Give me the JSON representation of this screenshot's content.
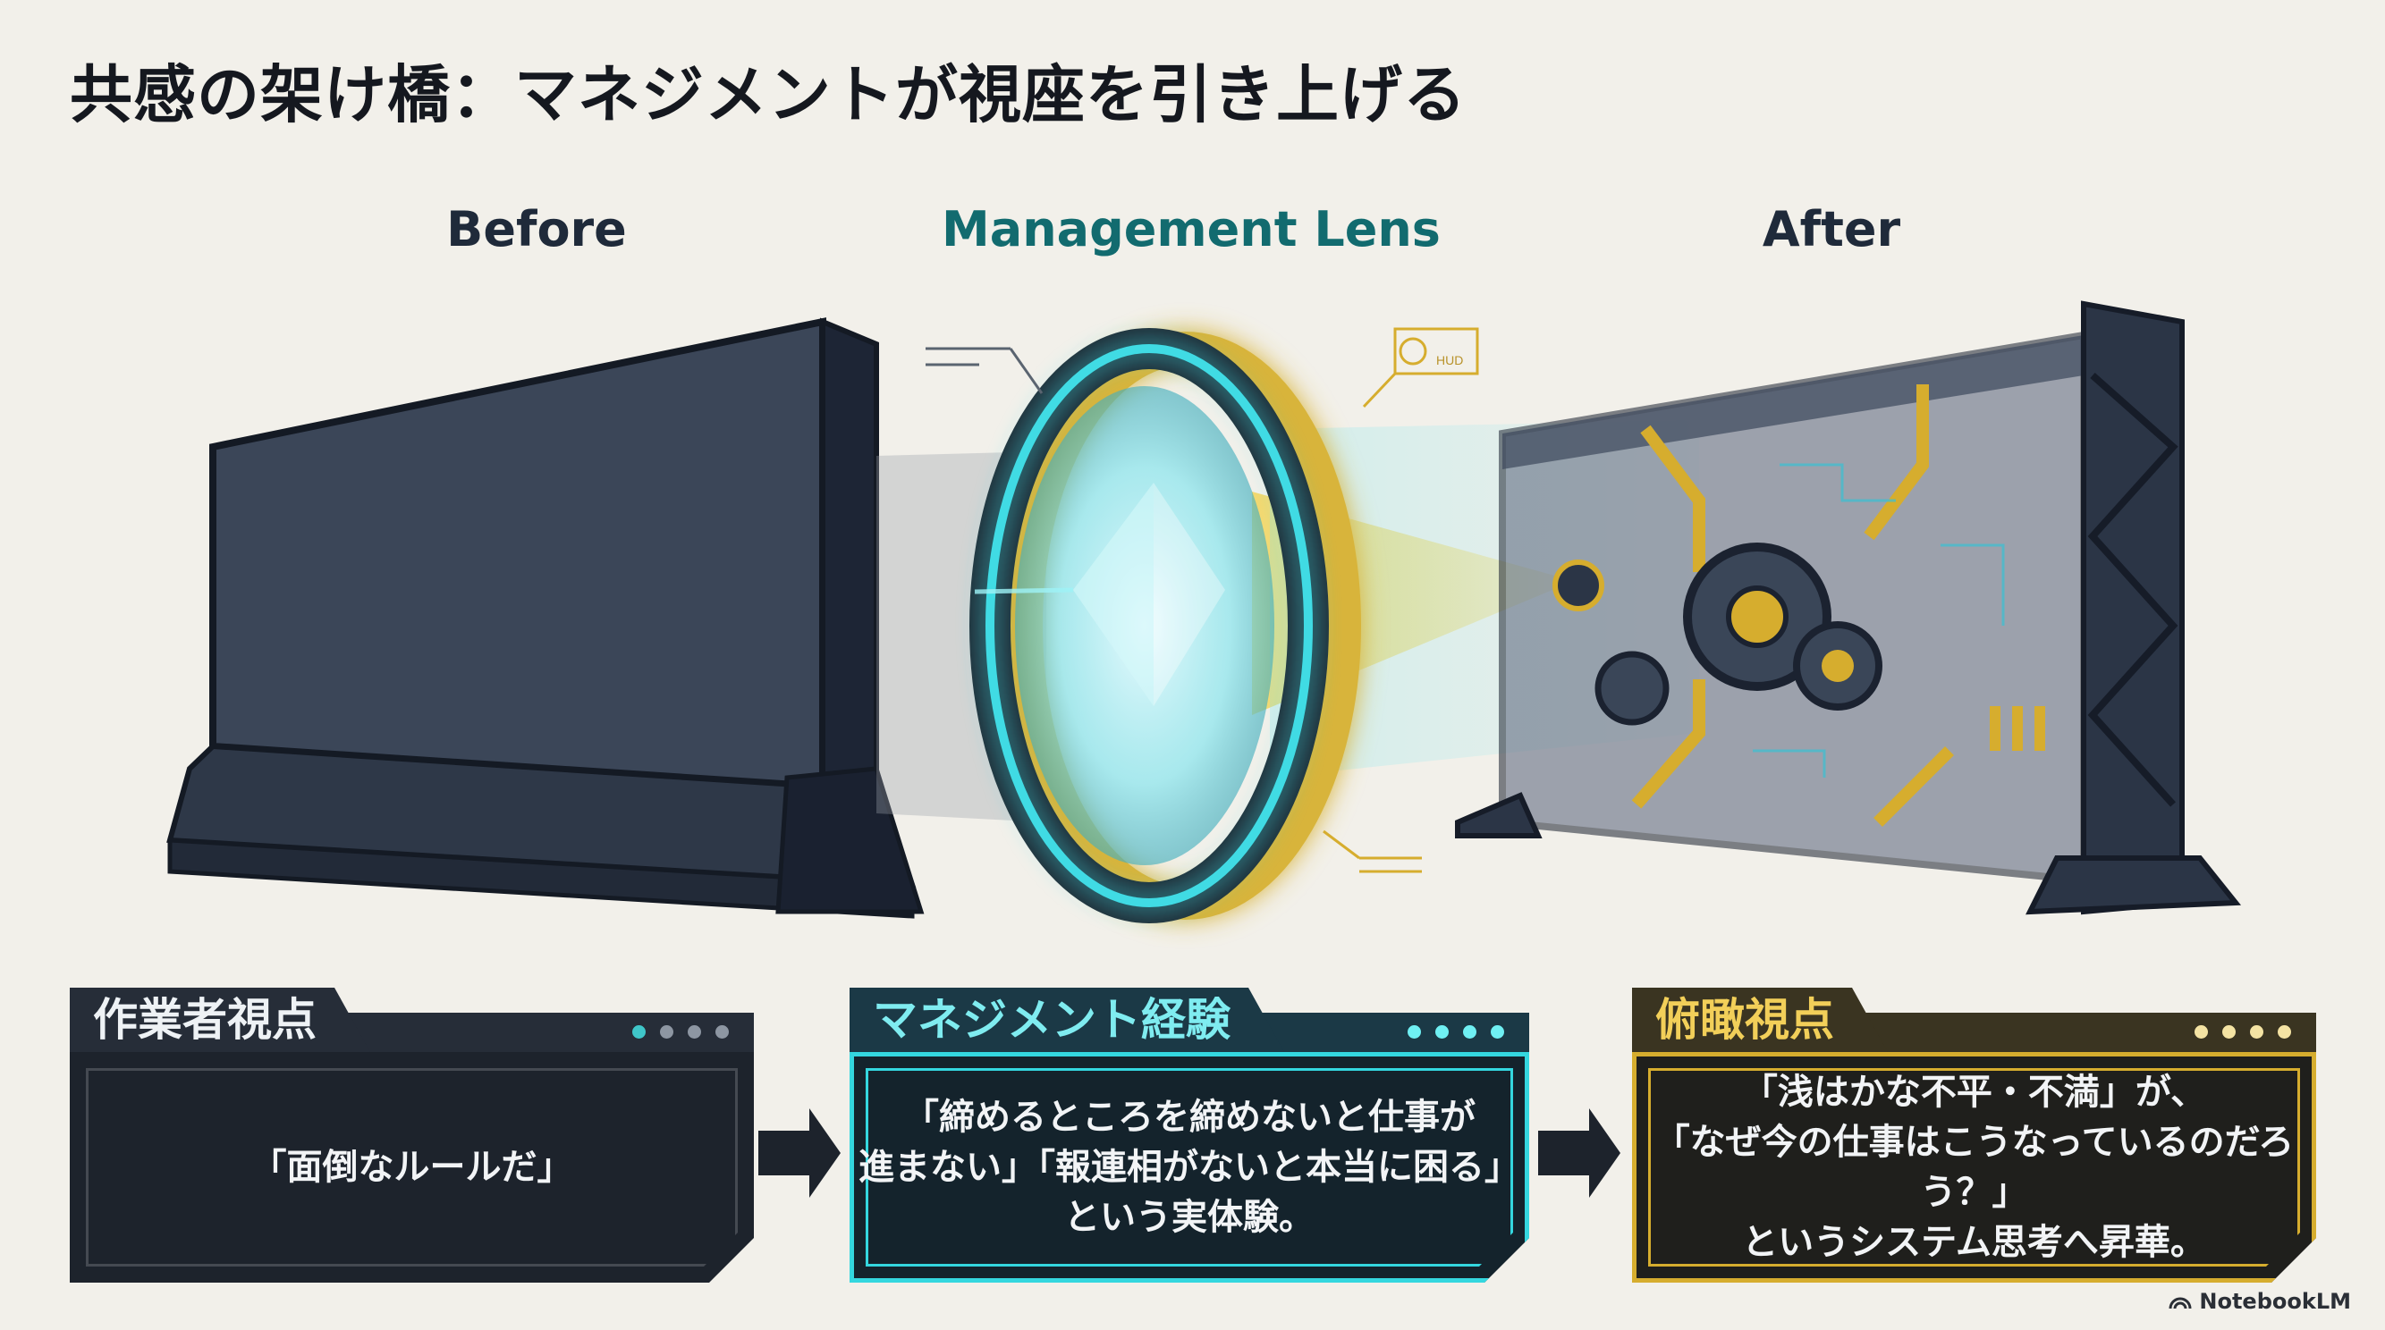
{
  "title": "共感の架け橋：マネジメントが視座を引き上げる",
  "labels": {
    "before": "Before",
    "lens": "Management Lens",
    "after": "After",
    "hud": "HUD"
  },
  "panels": [
    {
      "heading": "作業者視点",
      "text": "「面倒なルールだ」"
    },
    {
      "heading": "マネジメント経験",
      "lines": [
        "「締めるところを締めないと仕事が",
        "進まない」「報連相がないと本当に困る」",
        "という実体験。"
      ]
    },
    {
      "heading": "俯瞰視点",
      "lines": [
        "「浅はかな不平・不満」が、",
        "「なぜ今の仕事はこうなっているのだろう？」",
        "というシステム思考へ昇華。"
      ]
    }
  ],
  "footer": {
    "brand": "NotebookLM",
    "brand_icon": "notebook-logo-icon"
  },
  "colors": {
    "teal": "#34d7df",
    "gold": "#d6ad2e",
    "dark": "#1d232c",
    "wall": "#384556"
  }
}
